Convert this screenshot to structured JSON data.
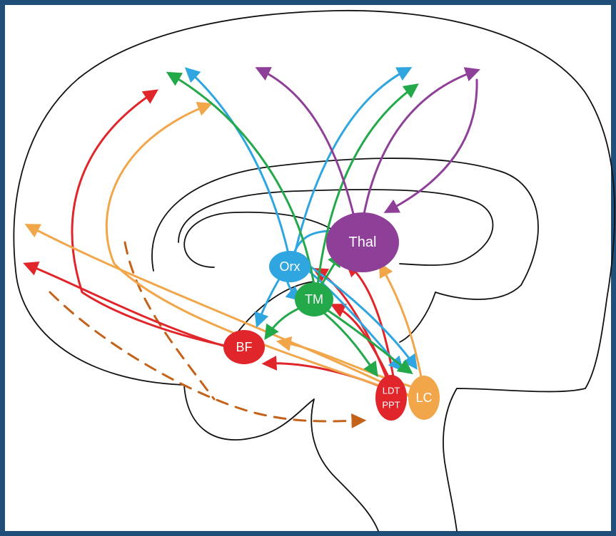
{
  "colors": {
    "frame": "#1f4e79",
    "outline": "#111111",
    "red": "#e0262b",
    "orange": "#f2a64a",
    "blue": "#2fa6df",
    "green": "#23a84a",
    "purple": "#8e3f98",
    "brown": "#c4621a"
  },
  "nodes": {
    "thal": {
      "label": "Thal",
      "color": "#8e3f98"
    },
    "orx": {
      "label": "Orx",
      "color": "#2fa6df"
    },
    "tm": {
      "label": "TM",
      "color": "#23a84a"
    },
    "bf": {
      "label": "BF",
      "color": "#e0262b"
    },
    "ldt_ppt": {
      "label_line1": "LDT",
      "label_line2": "PPT",
      "color": "#e0262b"
    },
    "lc": {
      "label": "LC",
      "color": "#f2a64a"
    }
  }
}
